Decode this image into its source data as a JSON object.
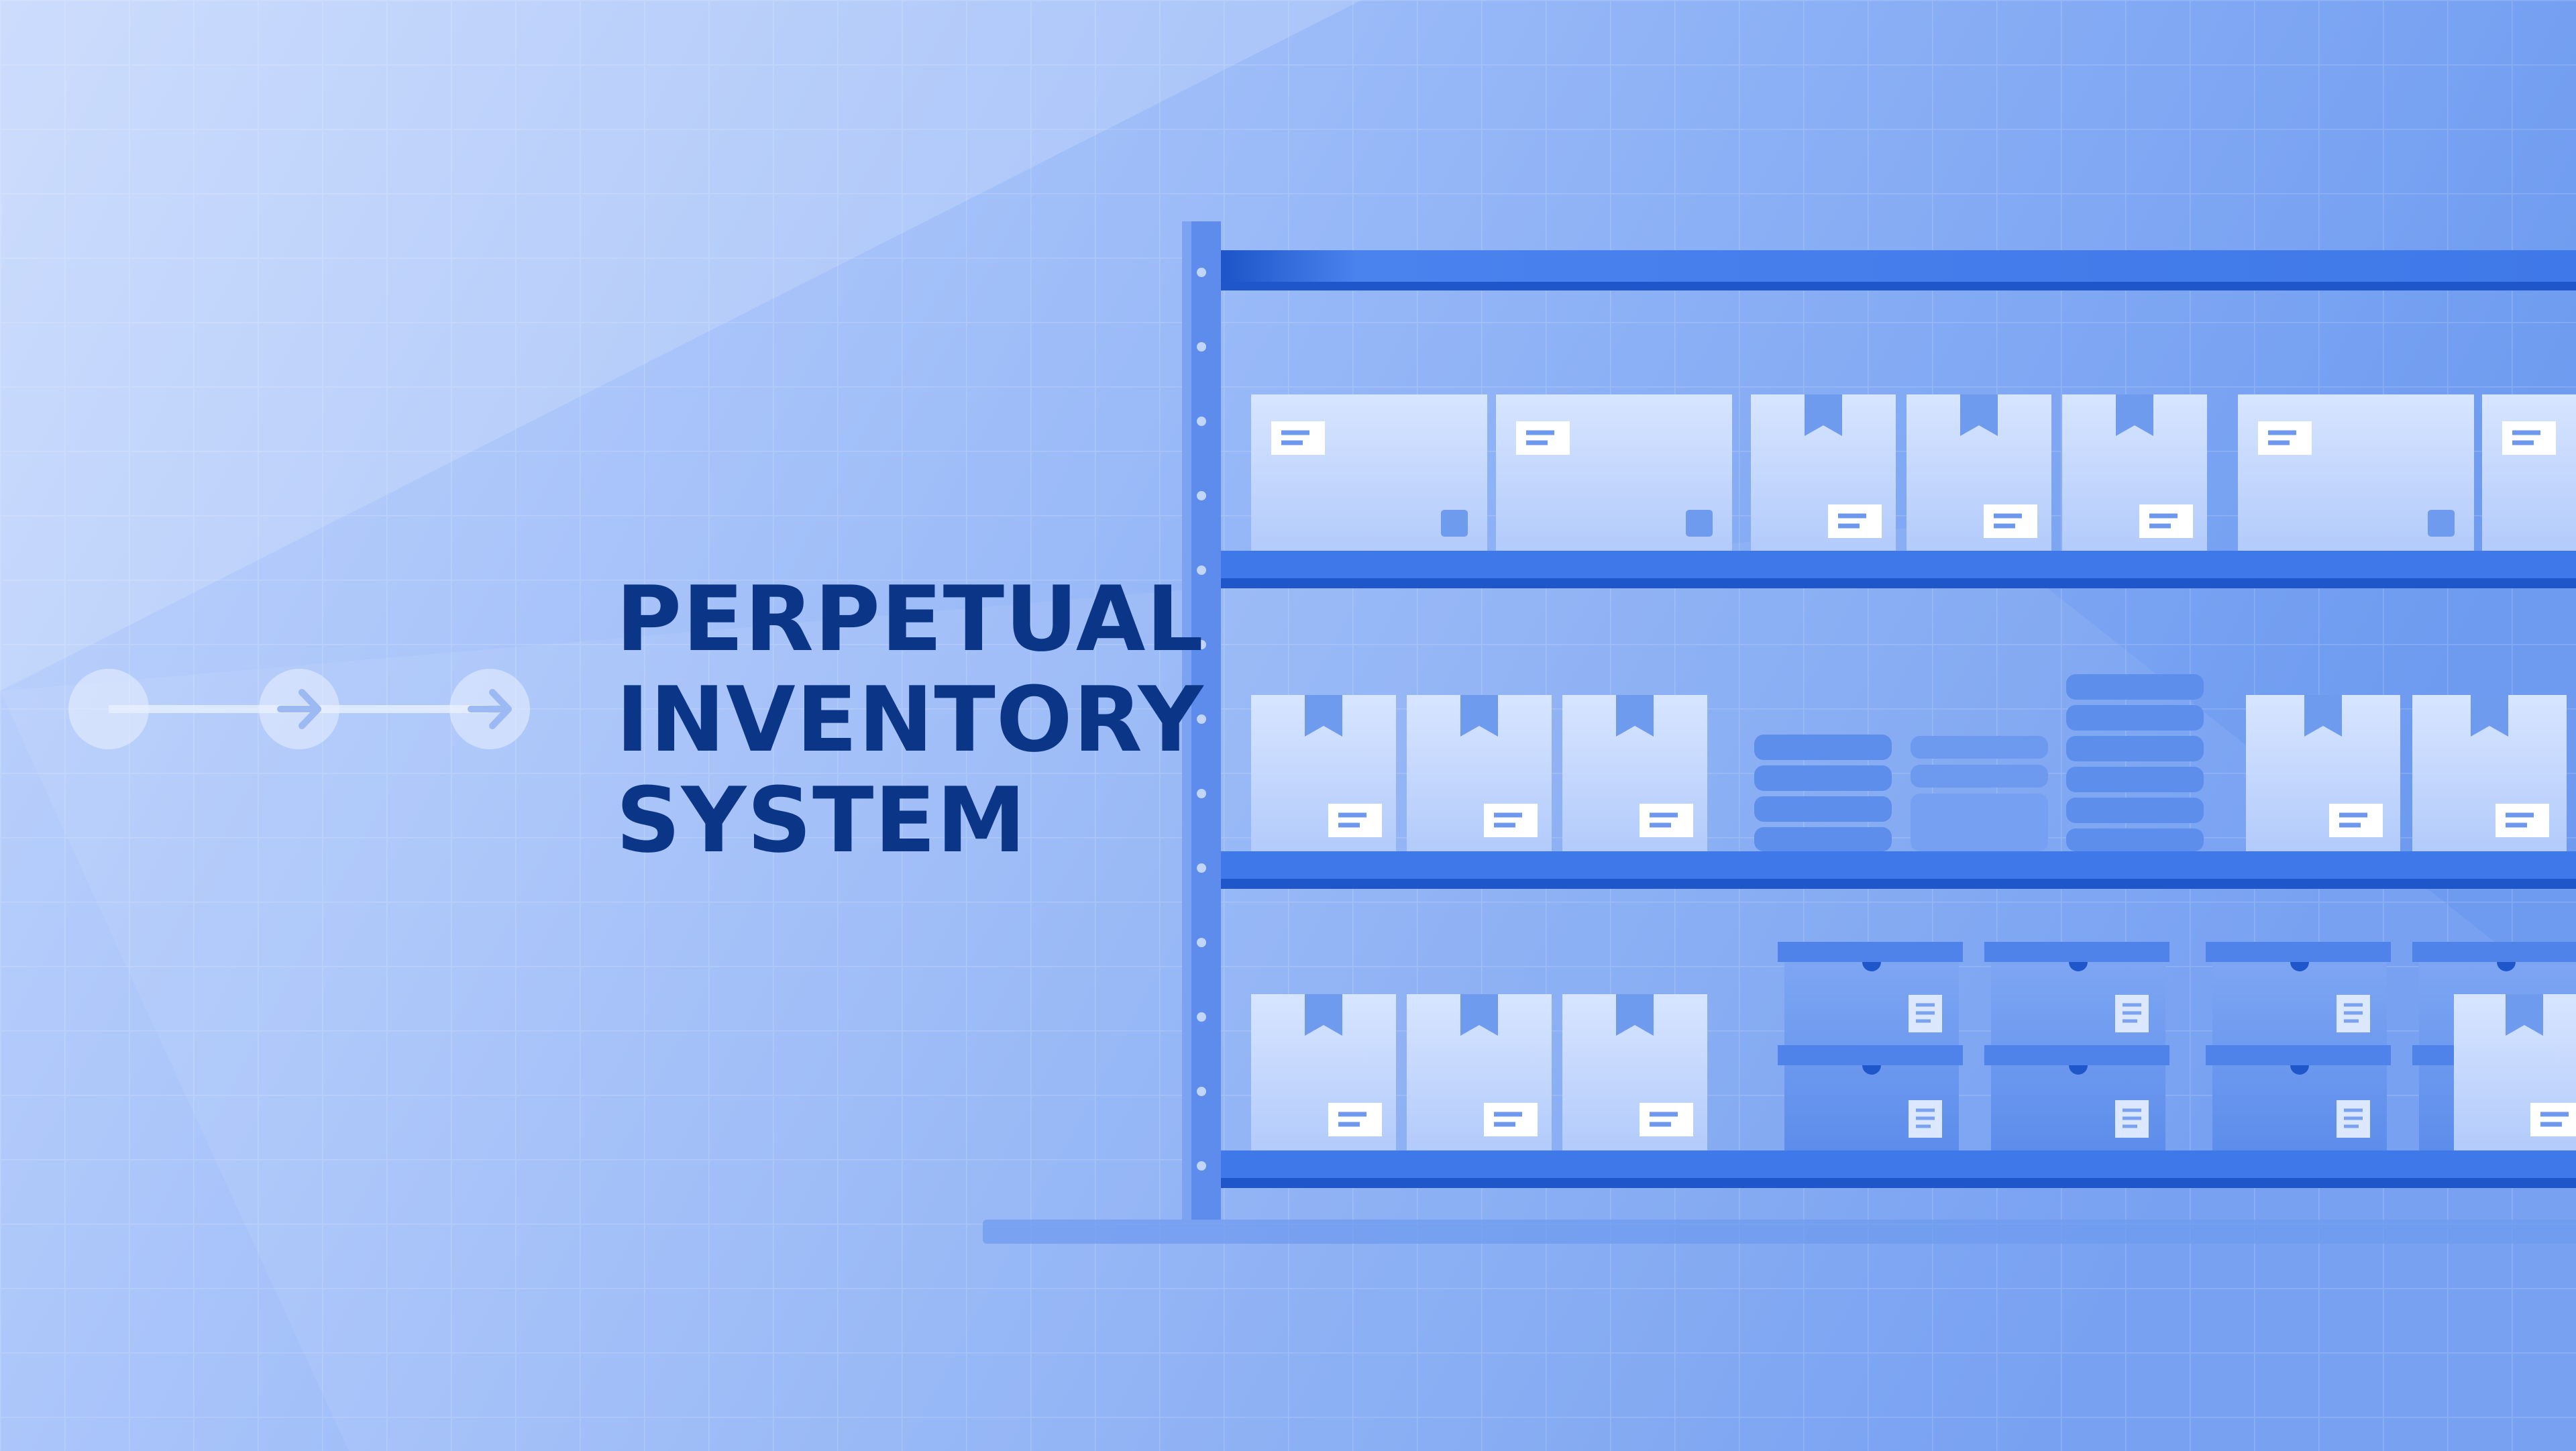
{
  "title": {
    "lines": [
      "PERPETUAL",
      "INVENTORY",
      "SYSTEM"
    ]
  },
  "colors": {
    "background_light": "#c6d9fe",
    "background_mid": "#98b8f8",
    "background_right": "#6f9cf0",
    "title_text": "#0b3586",
    "shelf_beam": "#3a72e6",
    "shelf_beam_dark": "#1f56c9",
    "shelf_post": "#5a8aee",
    "box_light": "#cfe0ff",
    "box_blue": "#6c99f0",
    "label": "#ffffff"
  },
  "icons": {
    "progress_indicator": [
      "circle-icon",
      "arrow-right-icon",
      "arrow-right-icon"
    ]
  },
  "shelves": [
    {
      "items": [
        "flat-box",
        "flat-box",
        "tape-box",
        "tape-box",
        "tape-box",
        "flat-box",
        "flat-box"
      ]
    },
    {
      "items": [
        "tape-box",
        "tape-box",
        "tape-box",
        "stack",
        "stack",
        "stack",
        "tape-box",
        "tape-box"
      ]
    },
    {
      "items": [
        "tape-box",
        "tape-box",
        "tape-box",
        "bin-unit",
        "bin-unit",
        "bin-unit",
        "bin-unit",
        "tape-box"
      ]
    }
  ]
}
